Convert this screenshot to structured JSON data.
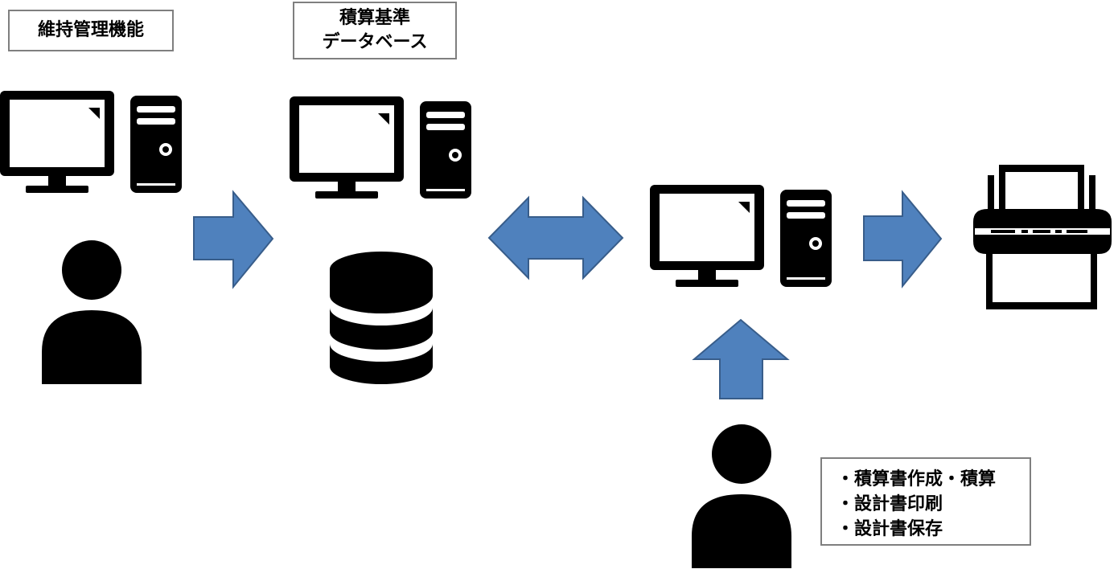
{
  "labels": {
    "maintenance": "維持管理機能",
    "database_line1": "積算基準",
    "database_line2": "データベース",
    "functions": [
      "・積算書作成・積算",
      "・設計書印刷",
      "・設計書保存"
    ]
  },
  "icons": {
    "computer": "desktop-computer-icon",
    "person": "person-icon",
    "database": "database-icon",
    "printer": "printer-icon",
    "arrow": "arrow-icon"
  },
  "colors": {
    "arrow_fill": "#4f81bd",
    "arrow_stroke": "#385d8a",
    "icon": "#000000",
    "box_border": "#7f7f7f"
  }
}
